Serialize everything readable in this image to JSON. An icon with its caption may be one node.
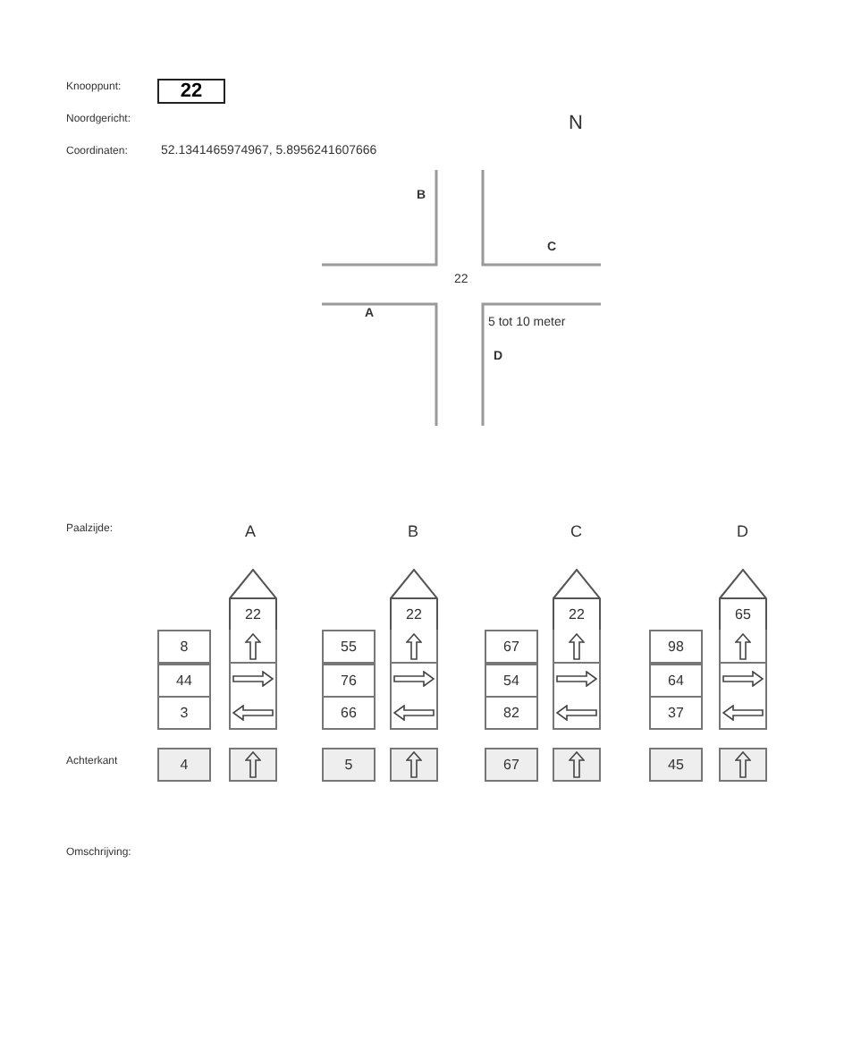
{
  "diagram": {
    "nodes": [
      {
        "text": [
          "22"
        ]
      },
      {
        "text": [
          "22"
        ]
      },
      {
        "text": [
          "8"
        ]
      },
      {
        "text": [],
        "shape": "box"
      },
      {
        "text": [
          "44"
        ]
      },
      {
        "text": [],
        "shape": "box"
      },
      {
        "text": [
          "3"
        ]
      },
      {
        "text": [],
        "shape": "box"
      },
      {
        "text": [
          "4"
        ]
      },
      {
        "text": [],
        "shape": "box"
      },
      {
        "text": [
          "22"
        ]
      },
      {
        "text": [
          "55"
        ]
      },
      {
        "text": [],
        "shape": "box"
      },
      {
        "text": [
          "76"
        ]
      },
      {
        "text": [],
        "shape": "box"
      },
      {
        "text": [
          "66"
        ]
      },
      {
        "text": [],
        "shape": "box"
      },
      {
        "text": [
          "5"
        ]
      },
      {
        "text": [],
        "shape": "box"
      },
      {
        "text": [
          "22"
        ]
      },
      {
        "text": [
          "67"
        ]
      },
      {
        "text": [],
        "shape": "box"
      },
      {
        "text": [
          "54"
        ]
      },
      {
        "text": [],
        "shape": "box"
      },
      {
        "text": [
          "82"
        ]
      },
      {
        "text": [],
        "shape": "box"
      },
      {
        "text": [
          "67"
        ]
      },
      {
        "text": [],
        "shape": "box"
      },
      {
        "text": [
          "65"
        ]
      },
      {
        "text": [
          "98"
        ]
      },
      {
        "text": [],
        "shape": "box"
      },
      {
        "text": [
          "64"
        ]
      },
      {
        "text": [],
        "shape": "box"
      },
      {
        "text": [
          "37"
        ]
      },
      {
        "text": [],
        "shape": "box"
      },
      {
        "text": [
          "45"
        ]
      },
      {
        "text": [],
        "shape": "box"
      }
    ],
    "labels": [
      "Knooppunt:",
      "Noordgericht:",
      "N",
      "Coordinaten:",
      "52.1341465974967, 5.8956241607666",
      "B",
      "C",
      "22",
      "A",
      "5 tot 10 meter",
      "D",
      "Paalzijde:",
      "A",
      "B",
      "C",
      "D",
      "Achterkant",
      "Omschrijving:"
    ]
  }
}
